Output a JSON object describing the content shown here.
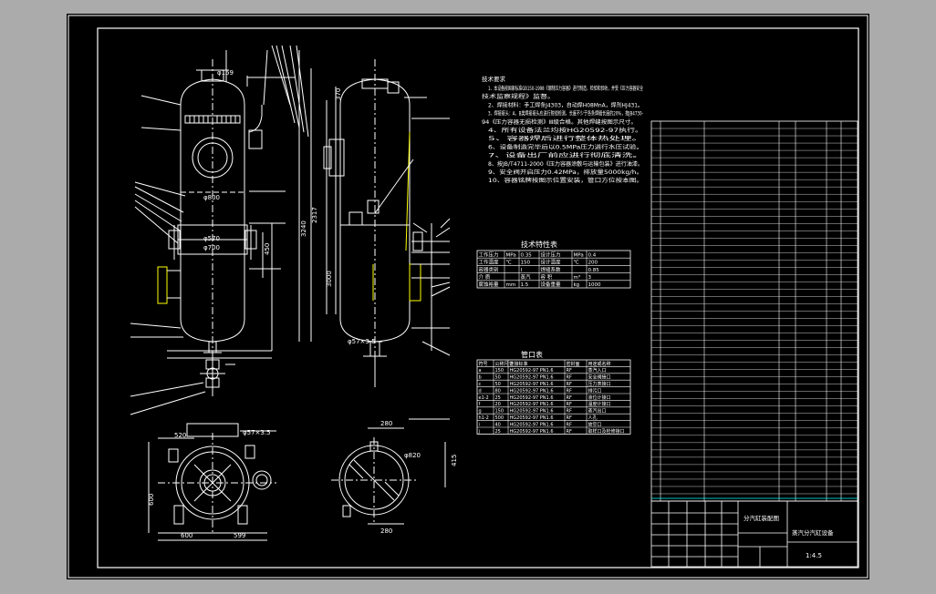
{
  "colors": {
    "viewport_bg": "#ababab",
    "sheet_bg": "#000000",
    "line": "#ffffff",
    "accent": "#ffff00",
    "accent2": "#00ffff",
    "table_line": "#ffffff"
  },
  "tech_requirements": {
    "title": "技术要求",
    "lines": [
      "1、本设备按国家标准GB150-1998《钢制压力容器》进行制造、检验和验收，并受《压力容器安全",
      "技术监察规程》监督。",
      "2、焊接材料：手工焊条J4303，自动焊H08MnA，焊剂HJ431。",
      "3、焊接接头：A、B类焊接接头应进行射线检测，长度不少于各条焊缝长度的20%，按JB4730-",
      "94《压力容器无损检测》Ⅲ级合格。其他焊缝按图示尺寸。",
      "4、所有设备法兰均按HG20592-97执行。",
      "5、容器焊后进行整体热处理。",
      "6、设备制造完毕后以0.5MPa压力进行水压试验。",
      "7、设备出厂前应进行彻底清洗。",
      "8、按JB/T4711-2000《压力容器涂敷与运输包装》进行油漆。",
      "9、安全阀开启压力0.42MPa，排放量5000kg/h。",
      "10、容器铭牌按图示位置安装，管口方位按本图。"
    ]
  },
  "tech_char_table": {
    "title": "技术特性表",
    "rows": [
      [
        "工作压力",
        "MPa",
        "0.35",
        "设计压力",
        "MPa",
        "0.4"
      ],
      [
        "工作温度",
        "℃",
        "150",
        "设计温度",
        "℃",
        "200"
      ],
      [
        "容器类别",
        "",
        "Ⅰ",
        "焊缝系数",
        "",
        "0.85"
      ],
      [
        "介 质",
        "",
        "蒸汽",
        "容 积",
        "m³",
        "3"
      ],
      [
        "腐蚀裕量",
        "mm",
        "1.5",
        "设备重量",
        "kg",
        "1000"
      ]
    ]
  },
  "nozzle_table": {
    "title": "管口表",
    "header": [
      "符号",
      "公称尺寸",
      "连接标准",
      "密封面",
      "用途或名称"
    ],
    "rows": [
      [
        "a",
        "150",
        "HG20592-97 PN1.6",
        "RF",
        "蒸汽入口"
      ],
      [
        "b",
        "50",
        "HG20592-97 PN1.6",
        "RF",
        "安全阀接口"
      ],
      [
        "c",
        "50",
        "HG20592-97 PN1.6",
        "RF",
        "压力表接口"
      ],
      [
        "d",
        "80",
        "HG20592-97 PN1.6",
        "RF",
        "排污口"
      ],
      [
        "e1-2",
        "25",
        "HG20592-97 PN1.6",
        "RF",
        "液位计接口"
      ],
      [
        "f",
        "20",
        "HG20592-97 PN1.6",
        "RF",
        "温度计接口"
      ],
      [
        "g",
        "150",
        "HG20592-97 PN1.6",
        "RF",
        "蒸汽出口"
      ],
      [
        "h1-2",
        "500",
        "HG20592-97 PN1.6",
        "RF",
        "人孔"
      ],
      [
        "i",
        "40",
        "HG20592-97 PN1.6",
        "RF",
        "放空口"
      ],
      [
        "j",
        "25",
        "HG20592-97 PN1.6",
        "RF",
        "取样口及检修接口"
      ]
    ]
  },
  "dimensions": {
    "d1": "φ159",
    "d2": "φ800",
    "d3": "φ570",
    "d4": "φ700",
    "d5": "φ57×3.5",
    "d6": "φ57×3.5",
    "d7": "φ820",
    "h1": "3240",
    "h2": "2317",
    "h3": "3000",
    "h4": "370",
    "h5": "450",
    "w1": "600",
    "w2": "599",
    "w3": "280",
    "w4": "280",
    "w5": "415",
    "w6": "520",
    "w7": "600"
  },
  "parts_list": {
    "rows": 52
  },
  "title_block": {
    "drawing_name": "分汽缸装配图",
    "scale": "1:4.5",
    "company": "蒸汽分汽缸设备"
  }
}
